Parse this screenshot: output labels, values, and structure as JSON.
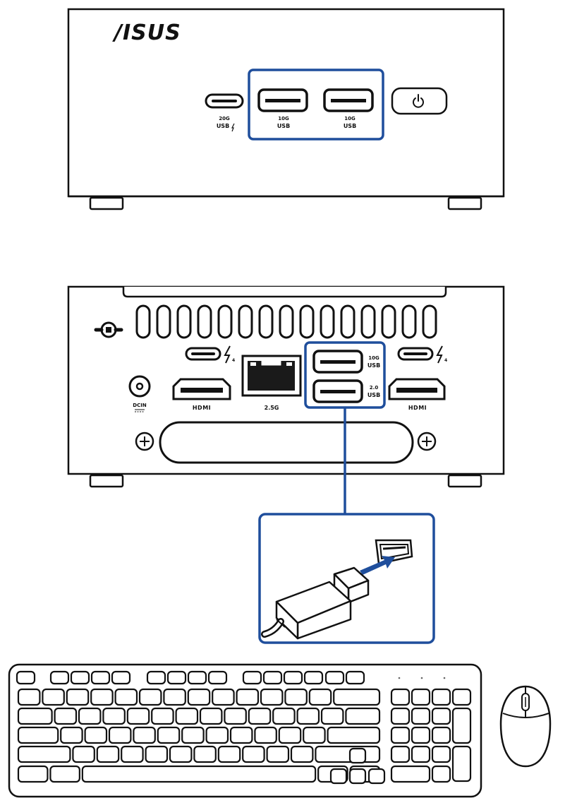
{
  "brand": {
    "logo_text": "/ISUS"
  },
  "front_panel": {
    "ports": {
      "usb_c": {
        "speed": "20G",
        "name": "USB"
      },
      "usb_a_left": {
        "speed": "10G",
        "name": "USB"
      },
      "usb_a_right": {
        "speed": "10G",
        "name": "USB"
      }
    },
    "power_icon": "power-icon",
    "highlight_color": "#1f4e9c"
  },
  "rear_panel": {
    "dc_in": "DCIN",
    "hdmi_left": "HDMI",
    "ethernet": "2.5G",
    "usb_a_top": {
      "speed": "10G",
      "name": "USB"
    },
    "usb_a_bottom": {
      "speed": "2.0",
      "name": "USB"
    },
    "hdmi_right": "HDMI",
    "thunderbolt_icon": "thunderbolt-icon",
    "lock_icon": "kensington-lock-icon"
  },
  "peripherals": {
    "keyboard": "keyboard-icon",
    "mouse": "mouse-icon",
    "usb_plug": "usb-plug-icon"
  }
}
